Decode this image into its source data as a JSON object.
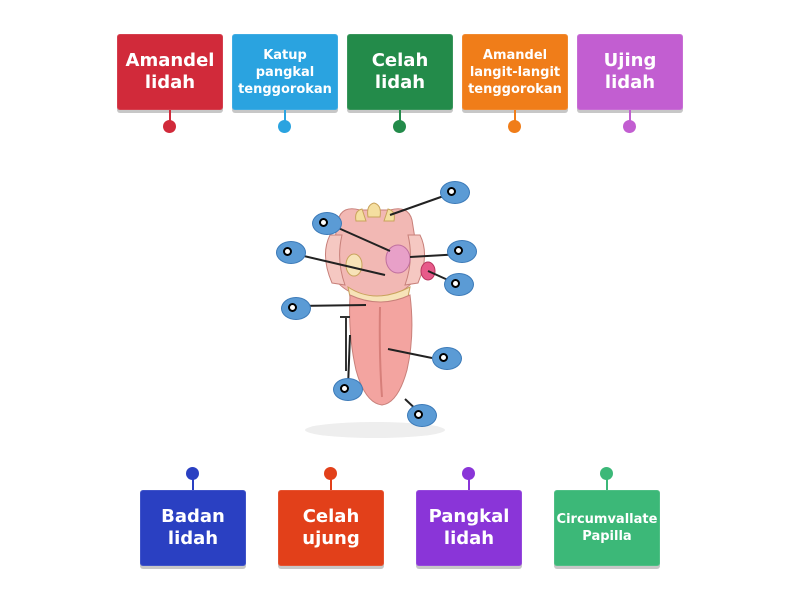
{
  "colors": {
    "red": "#d12a3a",
    "blue": "#2aa3e0",
    "green": "#238b4a",
    "orange": "#f07d19",
    "violet": "#c25ed1",
    "navy": "#2a40c2",
    "redorange": "#e2401a",
    "purple": "#8a35d8",
    "teal": "#3cb878",
    "target": "#5b9bd5"
  },
  "top_cards": [
    {
      "label": "Amandel lidah"
    },
    {
      "label": "Katup pangkal tenggorokan"
    },
    {
      "label": "Celah lidah"
    },
    {
      "label": "Amandel langit-langit tenggorokan"
    },
    {
      "label": "Ujing lidah"
    }
  ],
  "bottom_cards": [
    {
      "label": "Badan lidah"
    },
    {
      "label": "Celah ujung"
    },
    {
      "label": "Pangkal lidah"
    },
    {
      "label": "Circumvallate Papilla"
    }
  ]
}
